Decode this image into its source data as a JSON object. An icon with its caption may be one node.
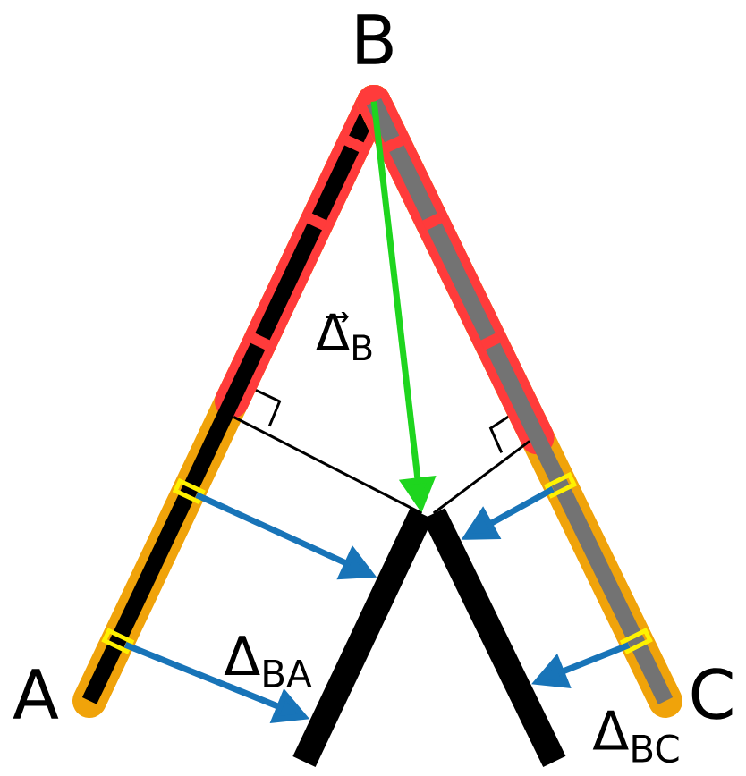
{
  "diagram": {
    "nodes": [
      {
        "text": [],
        "shape": "bar"
      },
      {
        "text": [],
        "shape": "bar"
      },
      {
        "text": [],
        "shape": "bar",
        "beside": [
          "Δ$_{BA}$"
        ]
      },
      {
        "text": [],
        "shape": "bar"
      }
    ],
    "edges": [
      {
        "from": 0,
        "to": 2,
        "arrow": "to",
        "label": "Δ⃗$_{B}$",
        "color": "#1ed51e"
      },
      {
        "from": 0,
        "to": 2,
        "arrow": "to"
      },
      {
        "from": 0,
        "to": 2,
        "arrow": "to"
      },
      {
        "from": 1,
        "to": 3,
        "arrow": "to"
      },
      {
        "from": 1,
        "to": 3,
        "arrow": "to"
      },
      {
        "from": 0,
        "to": 2,
        "arrow": "none",
        "color": "#000000"
      },
      {
        "from": 1,
        "to": 3,
        "arrow": "none",
        "color": "#000000"
      }
    ],
    "labels": [
      "B",
      "A",
      "C",
      "Δ$_{BC}$"
    ]
  }
}
